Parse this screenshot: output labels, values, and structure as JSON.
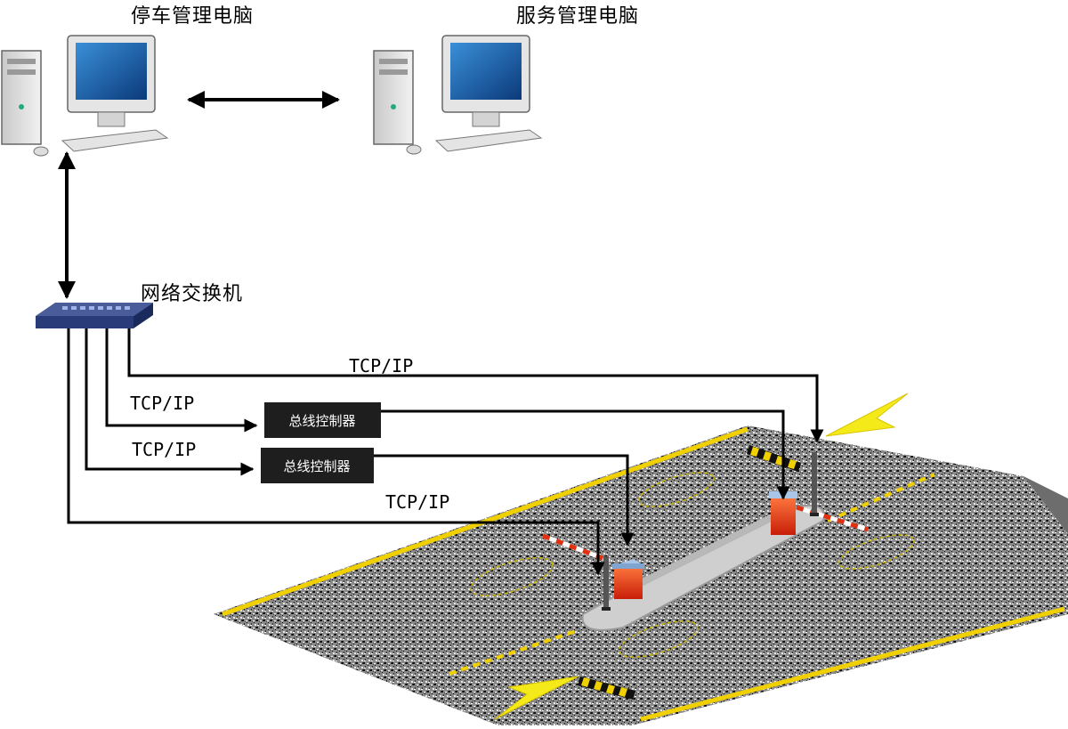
{
  "nodes": {
    "parking_pc_label": "停车管理电脑",
    "service_pc_label": "服务管理电脑",
    "switch_label": "网络交换机",
    "controller_1_label": "总线控制器",
    "controller_2_label": "总线控制器"
  },
  "links": {
    "tcp_1": "TCP/IP",
    "tcp_2": "TCP/IP",
    "tcp_3": "TCP/IP",
    "tcp_4": "TCP/IP"
  },
  "colors": {
    "road_line": "#f0d000",
    "arrow_yellow": "#f4ea1a",
    "barrier_red": "#e03010",
    "controller_bg": "#1e1e1e",
    "switch_blue": "#2a3b7a"
  }
}
